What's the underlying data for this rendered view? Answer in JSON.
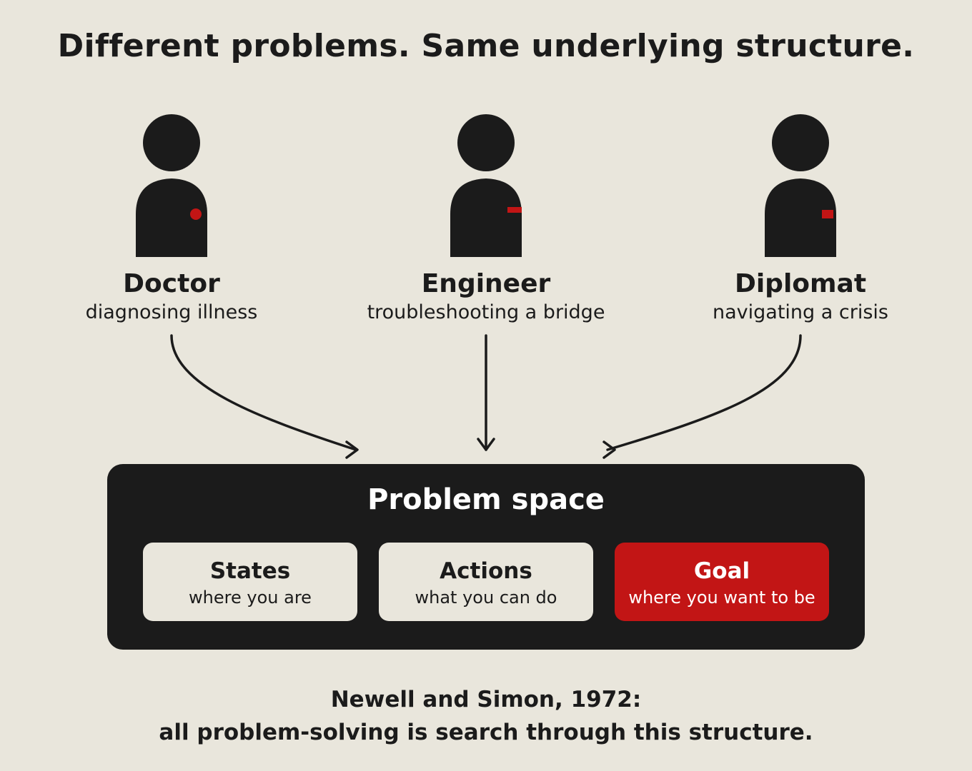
{
  "title": "Different problems. Same underlying structure.",
  "accent_color": "#c21515",
  "ink_color": "#1b1b1b",
  "background_color": "#e9e6dc",
  "roles": [
    {
      "name": "Doctor",
      "description": "diagnosing illness",
      "badge_icon": "round-badge-icon"
    },
    {
      "name": "Engineer",
      "description": "troubleshooting a bridge",
      "badge_icon": "bar-badge-icon"
    },
    {
      "name": "Diplomat",
      "description": "navigating a crisis",
      "badge_icon": "square-badge-icon"
    }
  ],
  "problem_space": {
    "title": "Problem space",
    "components": [
      {
        "title": "States",
        "subtitle": "where you are"
      },
      {
        "title": "Actions",
        "subtitle": "what you can do"
      },
      {
        "title": "Goal",
        "subtitle": "where you want to be"
      }
    ]
  },
  "citation": {
    "line1": "Newell and Simon, 1972:",
    "line2": "all problem-solving is search through this structure."
  }
}
